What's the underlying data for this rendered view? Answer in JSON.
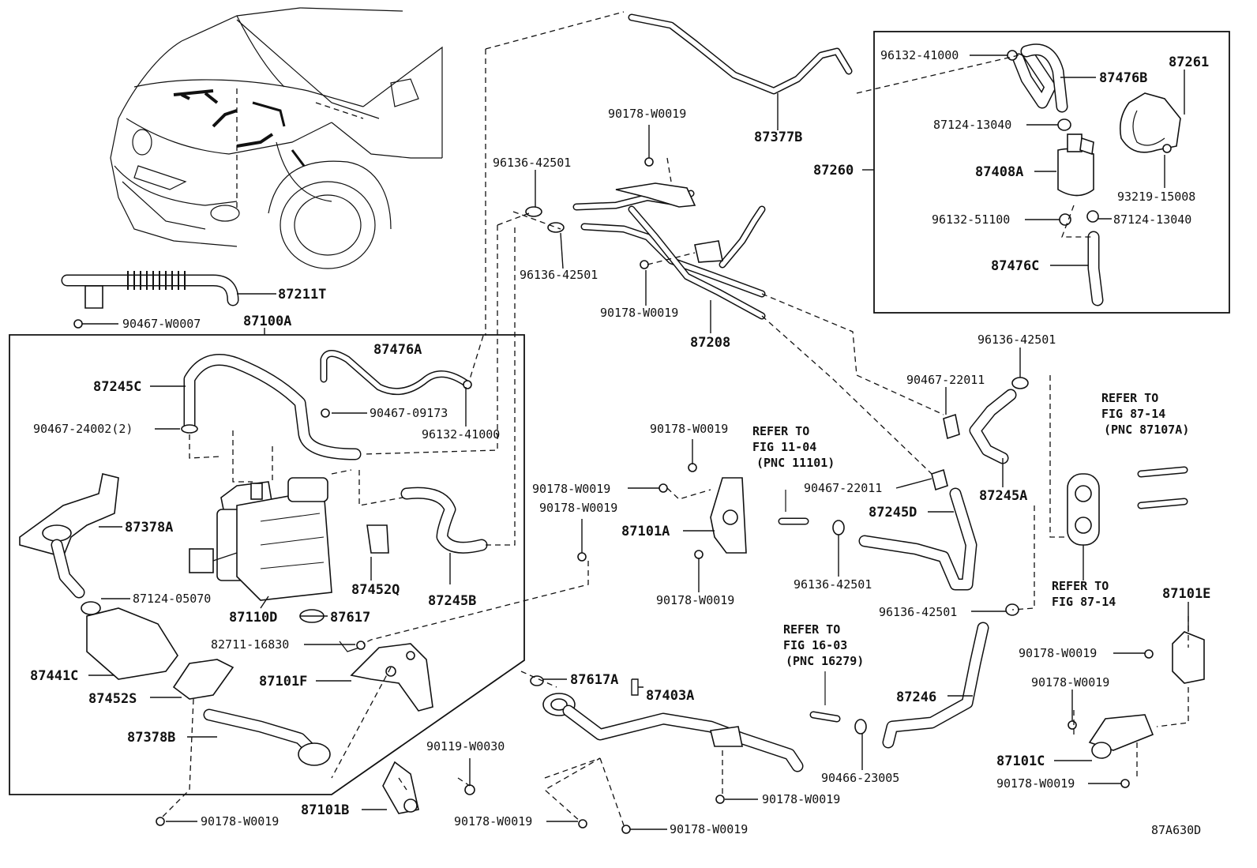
{
  "figure_code": "87A630D",
  "part_labels": [
    {
      "id": "87211T",
      "text": "87211T"
    },
    {
      "id": "90467-W0007",
      "text": "90467-W0007"
    },
    {
      "id": "87100A",
      "text": "87100A"
    },
    {
      "id": "87245C",
      "text": "87245C"
    },
    {
      "id": "90467-24002",
      "text": "90467-24002(2)"
    },
    {
      "id": "87476A",
      "text": "87476A"
    },
    {
      "id": "90467-09173",
      "text": "90467-09173"
    },
    {
      "id": "96132-41000-a",
      "text": "96132-41000"
    },
    {
      "id": "87378A",
      "text": "87378A"
    },
    {
      "id": "87124-05070",
      "text": "87124-05070"
    },
    {
      "id": "87110D",
      "text": "87110D"
    },
    {
      "id": "87617",
      "text": "87617"
    },
    {
      "id": "874520",
      "text": "87452Q"
    },
    {
      "id": "87245B",
      "text": "87245B"
    },
    {
      "id": "82711-16830",
      "text": "82711-16830"
    },
    {
      "id": "87441C",
      "text": "87441C"
    },
    {
      "id": "87452S",
      "text": "87452S"
    },
    {
      "id": "87101F",
      "text": "87101F"
    },
    {
      "id": "87378B",
      "text": "87378B"
    },
    {
      "id": "90178-W0019-bl",
      "text": "90178-W0019"
    },
    {
      "id": "87101B",
      "text": "87101B"
    },
    {
      "id": "90119-W0030",
      "text": "90119-W0030"
    },
    {
      "id": "90178-W0019-bc",
      "text": "90178-W0019"
    },
    {
      "id": "90178-W0019-bc2",
      "text": "90178-W0019"
    },
    {
      "id": "87617A",
      "text": "87617A"
    },
    {
      "id": "87403A",
      "text": "87403A"
    },
    {
      "id": "90178-W0019-b3",
      "text": "90178-W0019"
    },
    {
      "id": "87377B",
      "text": "87377B"
    },
    {
      "id": "90178-W0019-t1",
      "text": "90178-W0019"
    },
    {
      "id": "96136-42501-t1",
      "text": "96136-42501"
    },
    {
      "id": "96136-42501-t2",
      "text": "96136-42501"
    },
    {
      "id": "90178-W0019-t2",
      "text": "90178-W0019"
    },
    {
      "id": "87208",
      "text": "87208"
    },
    {
      "id": "90178-W0019-m1",
      "text": "90178-W0019"
    },
    {
      "id": "90178-W0019-m2",
      "text": "90178-W0019"
    },
    {
      "id": "90178-W0019-m3",
      "text": "90178-W0019"
    },
    {
      "id": "87101A",
      "text": "87101A"
    },
    {
      "id": "90178-W0019-m4",
      "text": "90178-W0019"
    },
    {
      "id": "90467-22011-a",
      "text": "90467-22011"
    },
    {
      "id": "90467-22011-b",
      "text": "90467-22011"
    },
    {
      "id": "96136-42501-r1",
      "text": "96136-42501"
    },
    {
      "id": "87245A",
      "text": "87245A"
    },
    {
      "id": "87245D",
      "text": "87245D"
    },
    {
      "id": "96136-42501-m",
      "text": "96136-42501"
    },
    {
      "id": "96136-42501-r2",
      "text": "96136-42501"
    },
    {
      "id": "87246",
      "text": "87246"
    },
    {
      "id": "90466-23005",
      "text": "90466-23005"
    },
    {
      "id": "87101E",
      "text": "87101E"
    },
    {
      "id": "90178-W0019-r1",
      "text": "90178-W0019"
    },
    {
      "id": "90178-W0019-r2",
      "text": "90178-W0019"
    },
    {
      "id": "87101C",
      "text": "87101C"
    },
    {
      "id": "90178-W0019-r3",
      "text": "90178-W0019"
    },
    {
      "id": "87260",
      "text": "87260"
    },
    {
      "id": "96132-41000-b",
      "text": "96132-41000"
    },
    {
      "id": "87476B",
      "text": "87476B"
    },
    {
      "id": "87261",
      "text": "87261"
    },
    {
      "id": "87124-13040-a",
      "text": "87124-13040"
    },
    {
      "id": "87408A",
      "text": "87408A"
    },
    {
      "id": "93219-15008",
      "text": "93219-15008"
    },
    {
      "id": "96132-51100",
      "text": "96132-51100"
    },
    {
      "id": "87124-13040-b",
      "text": "87124-13040"
    },
    {
      "id": "87476C",
      "text": "87476C"
    }
  ],
  "reference_notes": [
    {
      "id": "ref-11-04",
      "lines": [
        "REFER TO",
        "FIG 11-04",
        "(PNC 11101)"
      ]
    },
    {
      "id": "ref-87-14a",
      "lines": [
        "REFER TO",
        "FIG 87-14",
        "(PNC 87107A)"
      ]
    },
    {
      "id": "ref-87-14b",
      "lines": [
        "REFER TO",
        "FIG 87-14"
      ]
    },
    {
      "id": "ref-16-03",
      "lines": [
        "REFER TO",
        "FIG 16-03",
        "(PNC 16279)"
      ]
    }
  ]
}
